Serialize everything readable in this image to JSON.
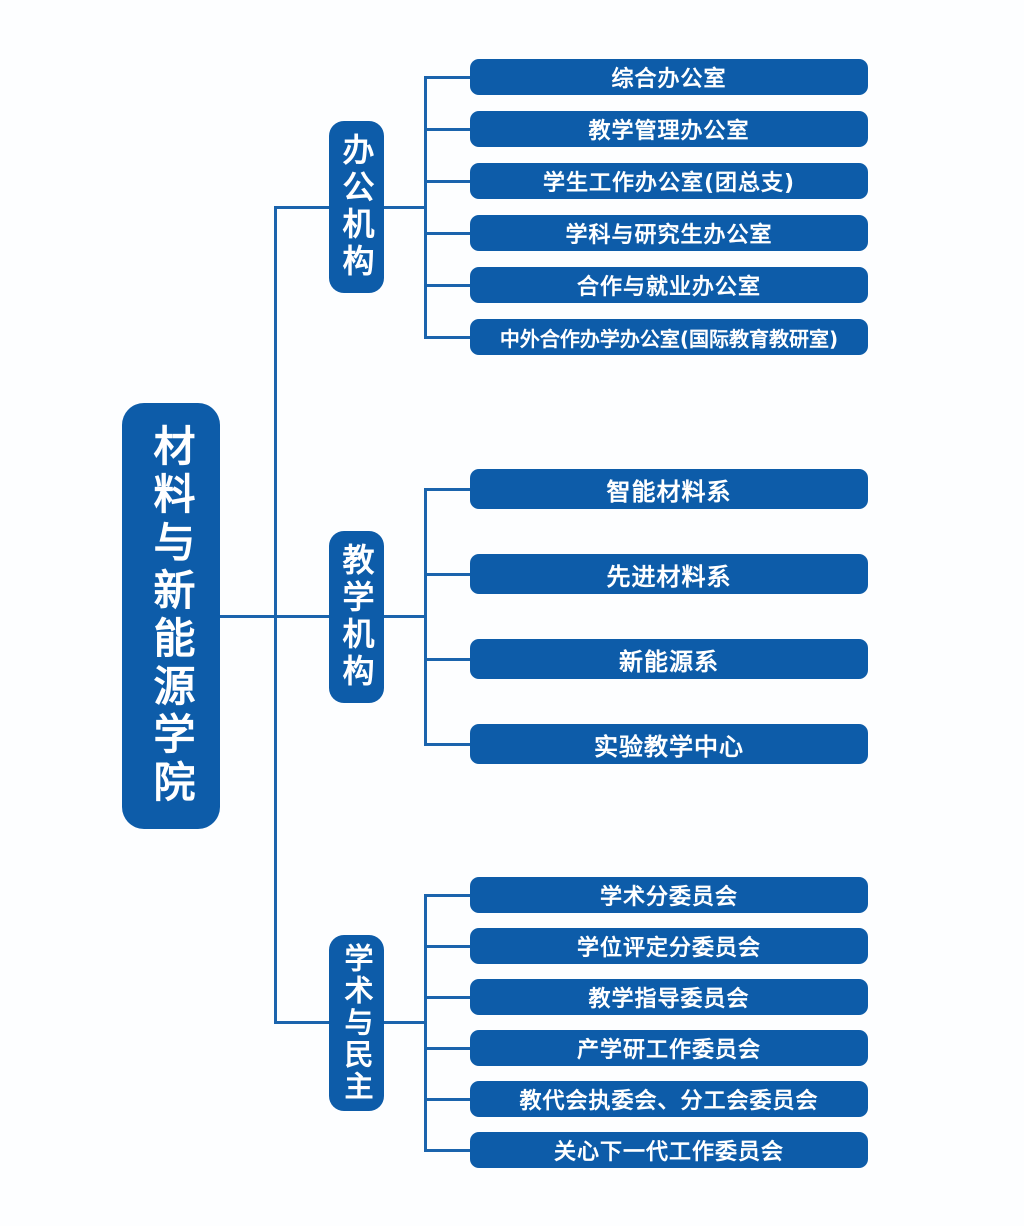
{
  "colors": {
    "node_fill": "#0d5ca9",
    "connector": "#1b64ad",
    "text": "#ffffff",
    "background": "#fdfeff"
  },
  "root": {
    "label": "材料与新能源学院"
  },
  "branches": [
    {
      "label": "办公机构",
      "children": [
        "综合办公室",
        "教学管理办公室",
        "学生工作办公室(团总支)",
        "学科与研究生办公室",
        "合作与就业办公室",
        "中外合作办学办公室(国际教育教研室)"
      ]
    },
    {
      "label": "教学机构",
      "children": [
        "智能材料系",
        "先进材料系",
        "新能源系",
        "实验教学中心"
      ]
    },
    {
      "label": "学术与民主",
      "children": [
        "学术分委员会",
        "学位评定分委员会",
        "教学指导委员会",
        "产学研工作委员会",
        "教代会执委会、分工会委员会",
        "关心下一代工作委员会"
      ]
    }
  ]
}
